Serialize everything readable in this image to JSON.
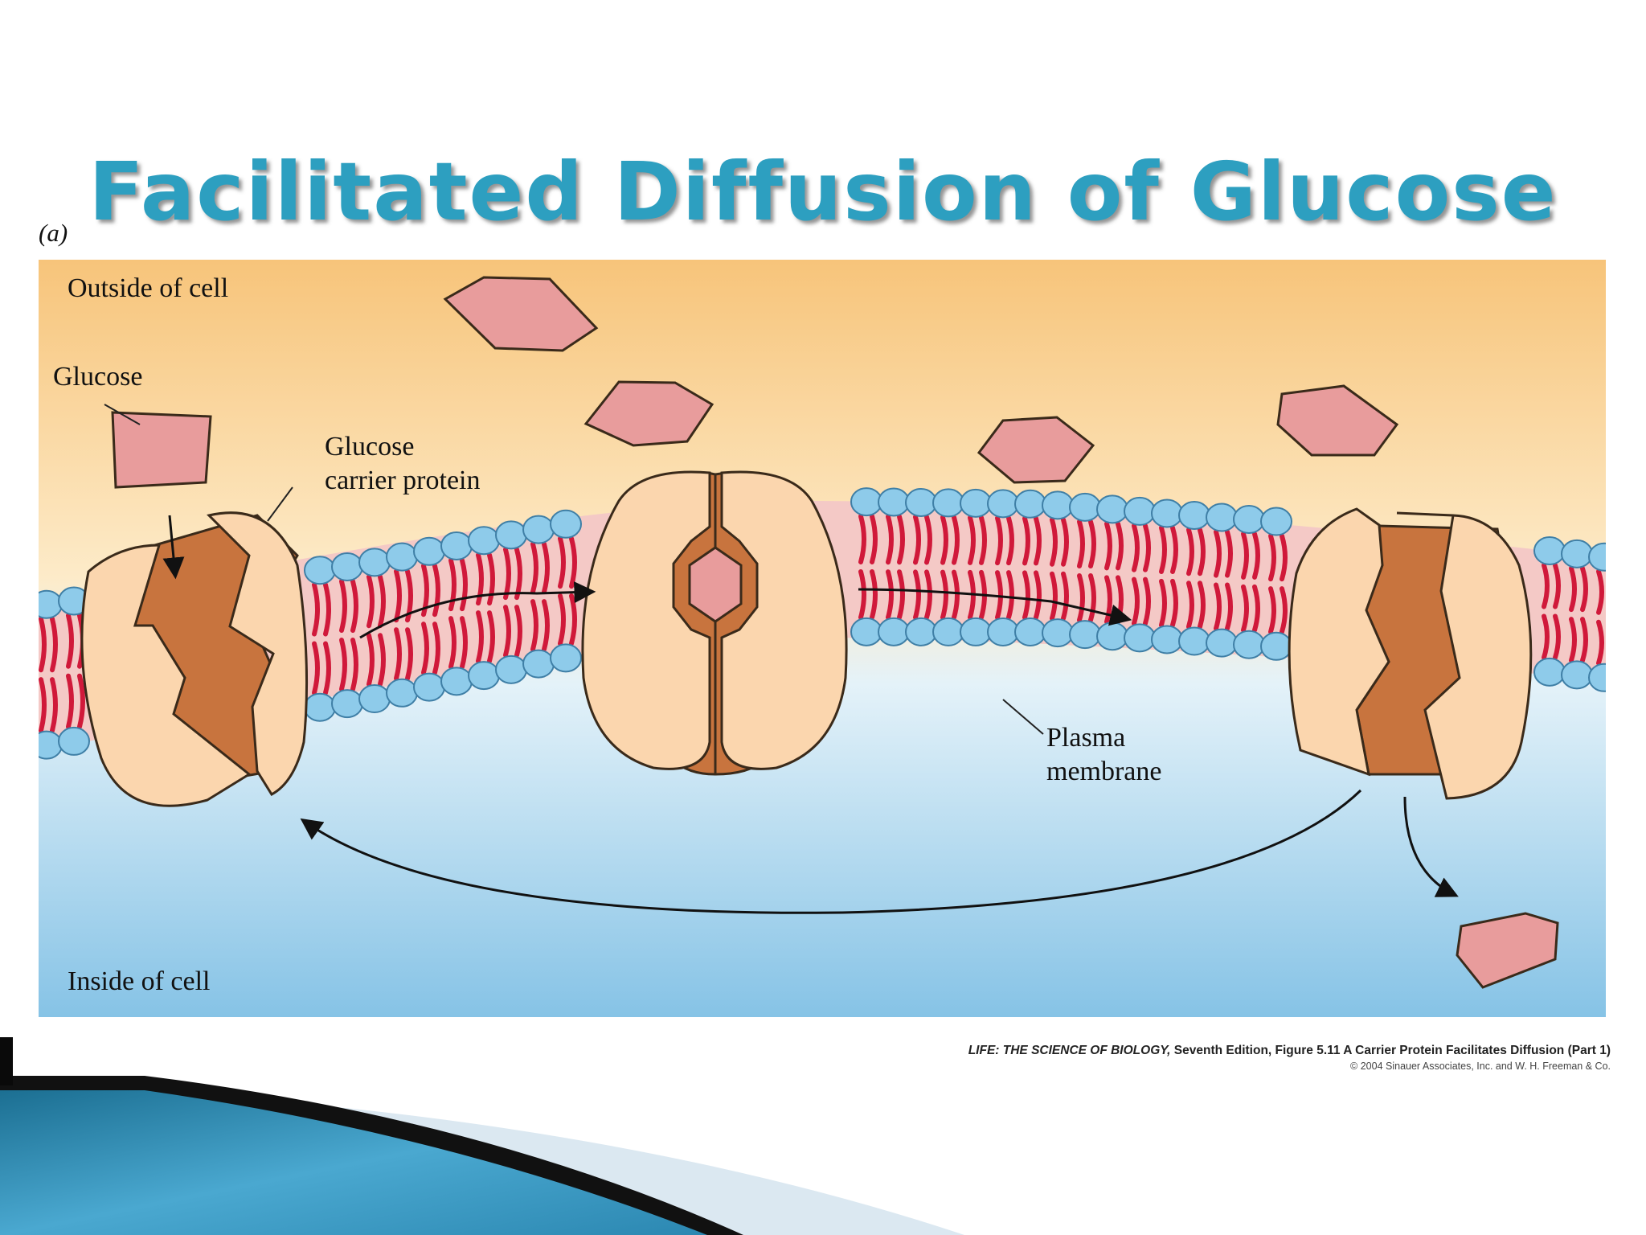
{
  "slide": {
    "title": "Facilitated Diffusion of Glucose",
    "panel_label": "(a)"
  },
  "diagram": {
    "labels": {
      "outside": "Outside of cell",
      "inside": "Inside of cell",
      "glucose": "Glucose",
      "carrier_line1": "Glucose",
      "carrier_line2": "carrier protein",
      "membrane_line1": "Plasma",
      "membrane_line2": "membrane"
    },
    "colors": {
      "outside_top": "#f7c47a",
      "outside_bottom": "#fdebc9",
      "inside_top": "#dff0f8",
      "inside_bottom": "#86c3e6",
      "glucose_fill": "#e89c9c",
      "protein_fill": "#fbd6ae",
      "channel_fill": "#c8743e",
      "lipid_head": "#8ecbea",
      "lipid_tail": "#d0193a",
      "title": "#2d9fc0"
    }
  },
  "credit": {
    "source": "LIFE: THE SCIENCE OF BIOLOGY,",
    "rest": " Seventh Edition, Figure 5.11 A Carrier Protein Facilitates Diffusion (Part 1)",
    "copyright": "© 2004 Sinauer Associates, Inc. and W. H. Freeman & Co."
  }
}
